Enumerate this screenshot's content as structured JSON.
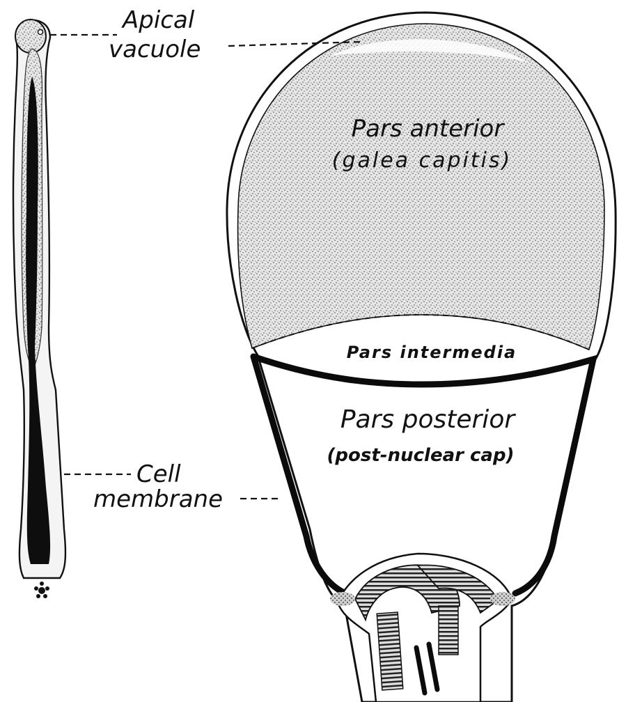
{
  "labels": {
    "apical_vacuole_line1": "Apical",
    "apical_vacuole_line2": "vacuole",
    "cell_membrane_line1": "Cell",
    "cell_membrane_line2": "membrane",
    "pars_anterior": "Pars anterior",
    "galea_capitis": "(galea capitis)",
    "pars_intermedia": "Pars intermedia",
    "pars_posterior": "Pars posterior",
    "post_nuclear_cap": "(post-nuclear cap)"
  }
}
